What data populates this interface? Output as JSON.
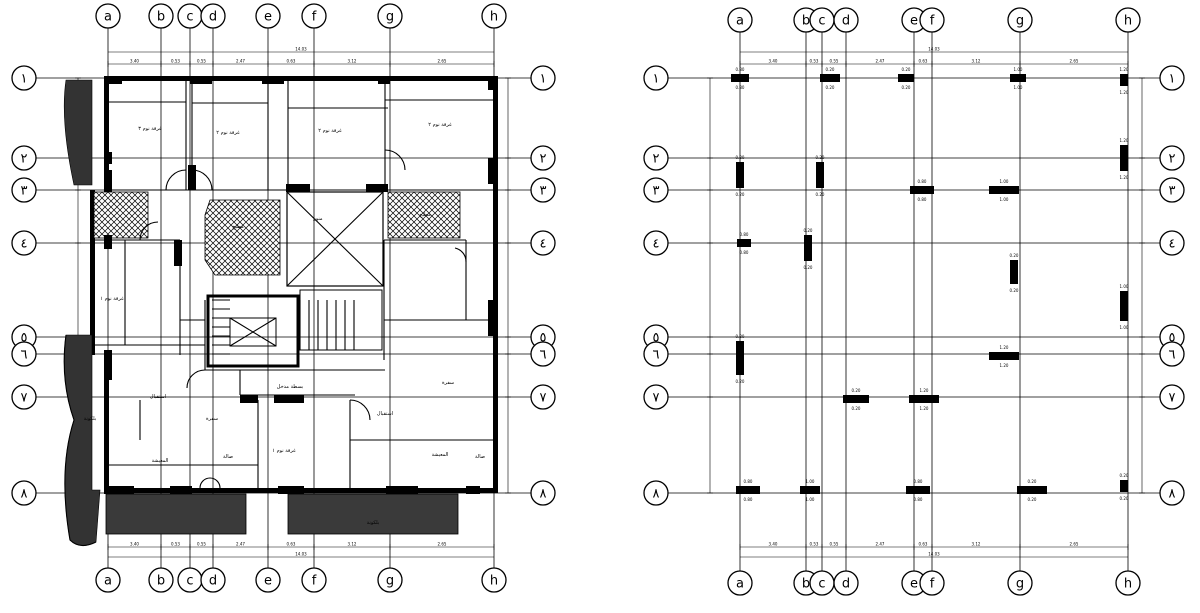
{
  "plans": [
    {
      "id": "architectural-plan",
      "grid_letters": [
        "a",
        "b",
        "c",
        "d",
        "e",
        "f",
        "g",
        "h"
      ],
      "grid_numbers": [
        "١",
        "٢",
        "٣",
        "٤",
        "٥",
        "٦",
        "٧",
        "٨"
      ],
      "top_dims": [
        "3.40",
        "0.53",
        "0.55",
        "2.47",
        "0.63",
        "3.12",
        "2.65"
      ],
      "overall_dim": "14.03",
      "room_labels": [
        "غرفة نوم ٣",
        "غرفة نوم ٢",
        "غرفة نوم ٢",
        "غرفة نوم ٢",
        "غرفة نوم ١",
        "منور",
        "مطبخ",
        "مطبخ",
        "استقبال",
        "استقبال",
        "سفرة",
        "سفرة",
        "غرفة نوم ١",
        "المعيشة",
        "المعيشة",
        "صالة",
        "صالة",
        "بلكونة",
        "بلكونة",
        "بسطة مدخل"
      ]
    },
    {
      "id": "column-plan",
      "grid_letters": [
        "a",
        "b",
        "c",
        "d",
        "e",
        "f",
        "g",
        "h"
      ],
      "grid_numbers": [
        "١",
        "٢",
        "٣",
        "٤",
        "٥",
        "٦",
        "٧",
        "٨"
      ],
      "top_dims": [
        "3.40",
        "0.53",
        "0.55",
        "2.47",
        "0.63",
        "3.12",
        "2.65"
      ],
      "overall_dim": "14.03",
      "column_labels": [
        "0.80",
        "0.20",
        "0.20",
        "1.00",
        "1.20",
        "0.20",
        "0.20",
        "1.20",
        "0.80",
        "1.00"
      ]
    }
  ]
}
